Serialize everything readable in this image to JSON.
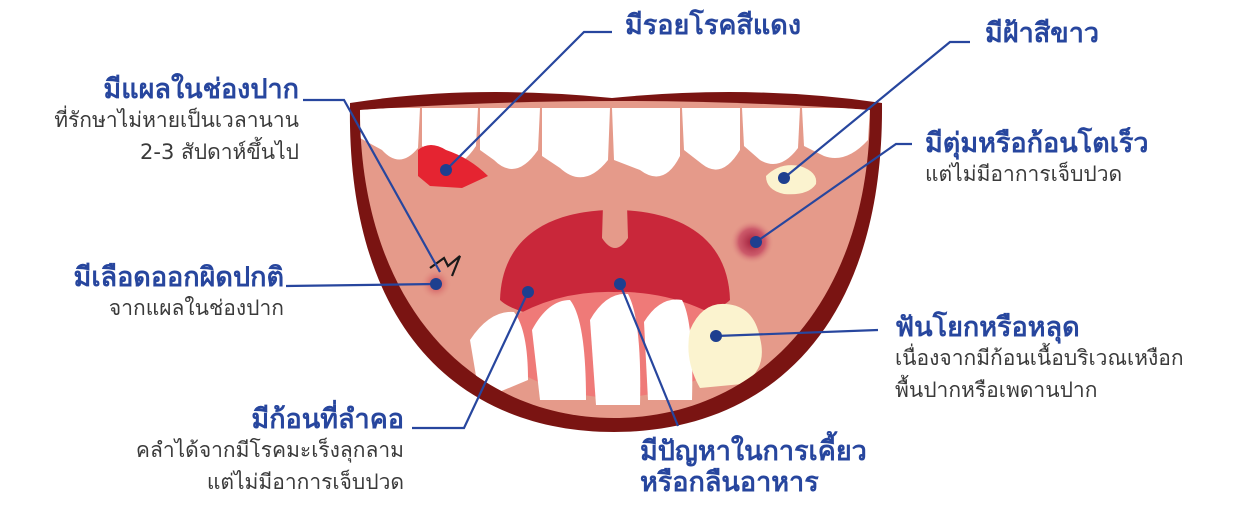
{
  "colors": {
    "title": "#27469e",
    "desc": "#3a3a3a",
    "leader": "#27469e",
    "lip": "#7a1412",
    "gum": "#e59a8a",
    "teeth": "#ffffff",
    "throat": "#c9273a",
    "tongue": "#ef7a78",
    "spot_red": "#e52431",
    "spot_white": "#fbf3cf",
    "dot": "#1e3f8f"
  },
  "annotations": [
    {
      "title": "มีรอยโรคสีแดง",
      "desc": []
    },
    {
      "title": "มีฝ้าสีขาว",
      "desc": []
    },
    {
      "title": "มีแผลในช่องปาก",
      "desc": [
        "ที่รักษาไม่หายเป็นเวลานาน",
        "2-3 สัปดาห์ขึ้นไป"
      ]
    },
    {
      "title": "มีตุ่มหรือก้อนโตเร็ว",
      "desc": [
        "แต่ไม่มีอาการเจ็บปวด"
      ]
    },
    {
      "title": "มีเลือดออกผิดปกติ",
      "desc": [
        "จากแผลในช่องปาก"
      ]
    },
    {
      "title": "ฟันโยกหรือหลุด",
      "desc": [
        "เนื่องจากมีก้อนเนื้อบริเวณเหงือก",
        "พื้นปากหรือเพดานปาก"
      ]
    },
    {
      "title": "มีก้อนที่ลำคอ",
      "desc": [
        "คลำได้จากมีโรคมะเร็งลุกลาม",
        "แต่ไม่มีอาการเจ็บปวด"
      ]
    },
    {
      "title": "มีปัญหาในการเคี้ยว",
      "desc": [
        "หรือกลืนอาหาร"
      ]
    }
  ]
}
